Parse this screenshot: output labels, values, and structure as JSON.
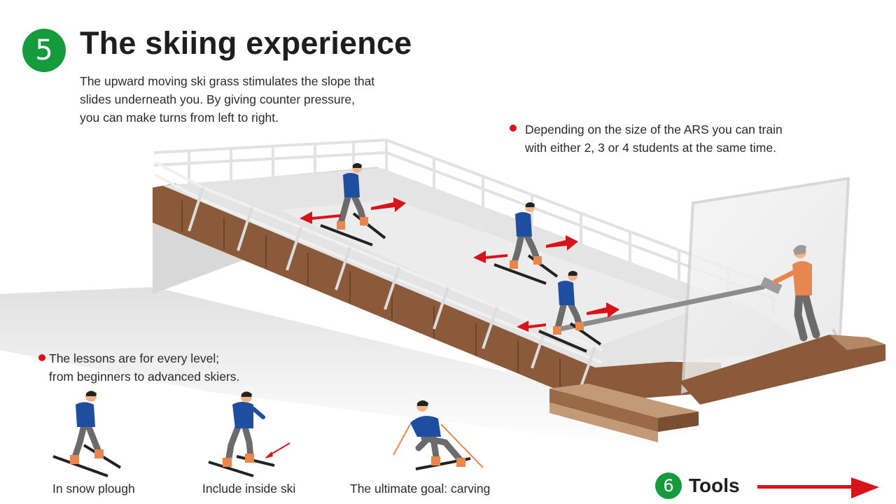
{
  "header": {
    "step_number": "5",
    "title": "The skiing experience",
    "intro_lines": [
      "The upward moving ski grass stimulates the slope that",
      "slides underneath you. By giving counter pressure,",
      "you can make turns from left to right."
    ]
  },
  "notes": {
    "students_lines": [
      "Depending on the size of the ARS you can train",
      "with either 2, 3 or 4 students at the same time."
    ],
    "levels_lines": [
      "The lessons are for every level;",
      "from beginners to advanced skiers."
    ]
  },
  "techniques": [
    {
      "caption": "In snow plough"
    },
    {
      "caption": "Include inside ski"
    },
    {
      "caption": "The ultimate goal: carving"
    }
  ],
  "next": {
    "step_number": "6",
    "label": "Tools",
    "icon": "arrow-right-icon"
  },
  "colors": {
    "accent_green": "#169b3c",
    "accent_red": "#d7141a",
    "slope_brown": "#8a5a3b",
    "jacket_blue": "#1f4ea1",
    "instructor_orange": "#e8864f"
  }
}
